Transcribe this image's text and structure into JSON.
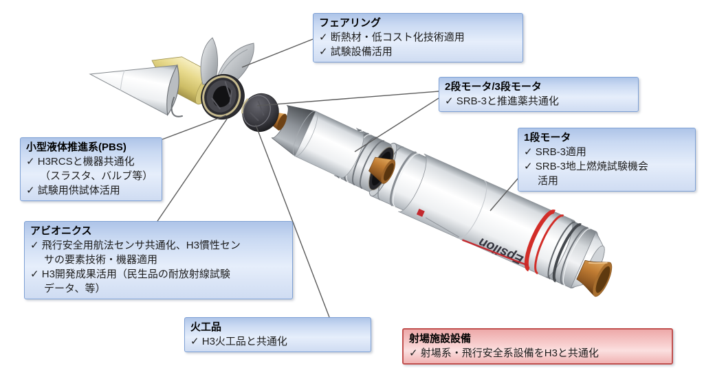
{
  "callouts": {
    "fairing": {
      "title": "フェアリング",
      "lines": [
        "✓ 断熱材・低コスト化技術適用",
        "✓ 試験設備活用"
      ]
    },
    "stage23": {
      "title": "2段モータ/3段モータ",
      "lines": [
        "✓ SRB-3と推進薬共通化"
      ]
    },
    "stage1": {
      "title": "1段モータ",
      "lines": [
        "✓ SRB-3適用",
        "✓ SRB-3地上燃焼試験機会",
        "活用"
      ]
    },
    "pbs": {
      "title": "小型液体推進系(PBS)",
      "lines": [
        "✓ H3RCSと機器共通化",
        "（スラスタ、バルブ等）",
        "✓ 試験用供試体活用"
      ]
    },
    "avionics": {
      "title": "アビオニクス",
      "lines": [
        "✓ 飛行安全用航法センサ共通化、H3慣性セン",
        "サの要素技術・機器適用",
        "✓ H3開発成果活用（民生品の耐放射線試験",
        "データ、等）"
      ]
    },
    "pyro": {
      "title": "火工品",
      "lines": [
        "✓ H3火工品と共通化"
      ]
    },
    "launch_site": {
      "title": "射場施設設備",
      "lines": [
        "✓ 射場系・飛行安全系設備をH3と共通化"
      ]
    }
  },
  "rocket": {
    "body_label": "Epsilon"
  },
  "colors": {
    "callout_blue_border": "#7c9fd4",
    "callout_blue_fill": "#cfdcf2",
    "callout_pink_border": "#c1504e",
    "callout_pink_fill": "#f5bcbc",
    "leader_line": "#5a5a5a",
    "copper_nozzle": "#b87a35",
    "payload_yellow": "#e8da8d",
    "stripe_red": "#d22d28"
  }
}
